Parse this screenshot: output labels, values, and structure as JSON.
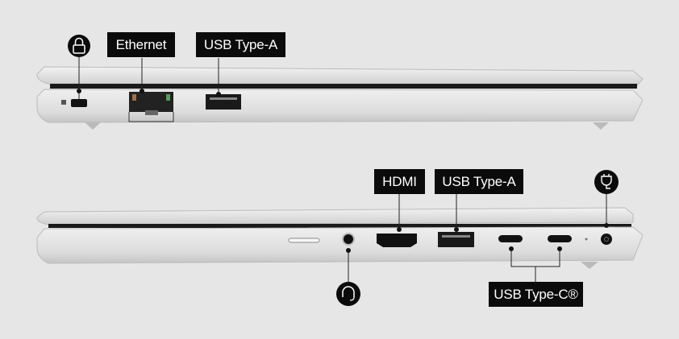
{
  "labels": {
    "ethernet": "Ethernet",
    "usb_a_left": "USB Type-A",
    "hdmi": "HDMI",
    "usb_a_right": "USB Type-A",
    "usb_c": "USB Type-C®"
  },
  "icons": [
    "lock-icon",
    "headset-icon",
    "power-plug-icon"
  ],
  "colors": {
    "background": "#e6e6e6",
    "label_bg": "#0b0b0b",
    "chassis": "#d9d9d9"
  }
}
